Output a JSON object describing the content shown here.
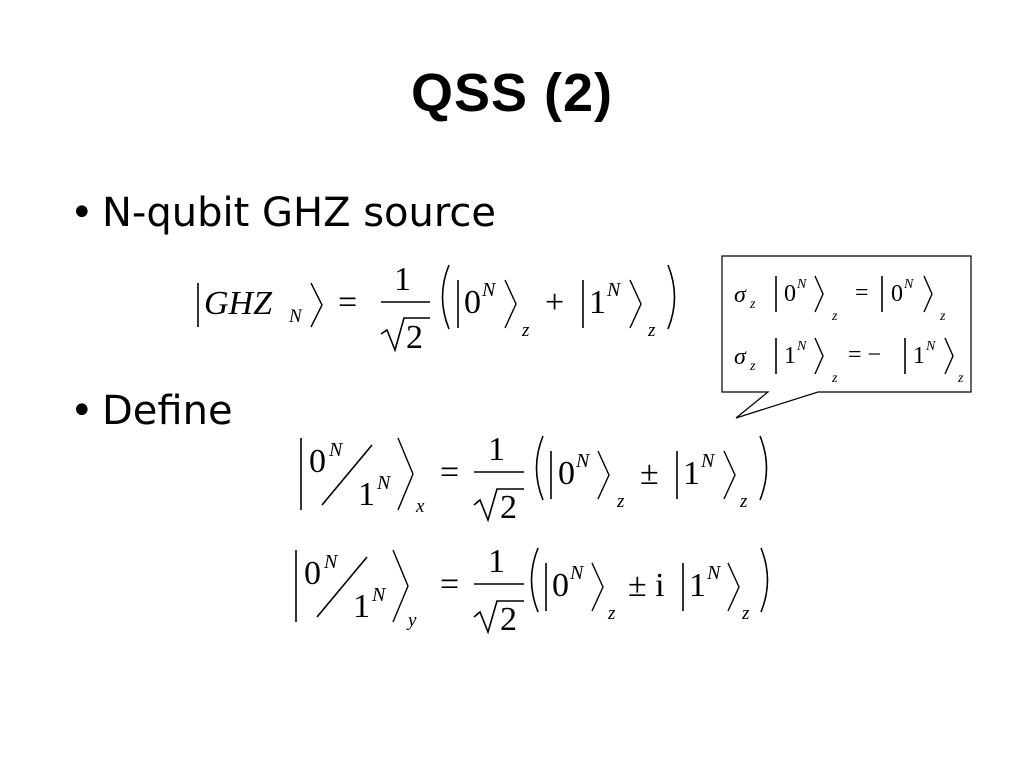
{
  "slide": {
    "title": "QSS (2)",
    "bullets": [
      {
        "text": "N-qubit GHZ source"
      },
      {
        "text": "Define"
      }
    ]
  },
  "math": {
    "ghz": {
      "ket_label": "GHZ",
      "ket_sub": "N",
      "equals": "=",
      "numerator": "1",
      "sqrt_arg": "2",
      "ket0": "0",
      "ket1": "1",
      "exp": "N",
      "basis_z": "z",
      "plus": "+"
    },
    "callout": {
      "sigma": "σ",
      "sigma_sub": "z",
      "line1_rhs_sign": "=",
      "line2_rhs_sign": "= −",
      "ket0": "0",
      "ket1": "1",
      "exp": "N",
      "basis": "z"
    },
    "def_x": {
      "top": "0",
      "top_exp": "N",
      "bottom": "1",
      "bottom_exp": "N",
      "basis": "x",
      "equals": "=",
      "numerator": "1",
      "sqrt_arg": "2",
      "op": "±",
      "basis_z": "z"
    },
    "def_y": {
      "top": "0",
      "top_exp": "N",
      "bottom": "1",
      "bottom_exp": "N",
      "basis": "y",
      "equals": "=",
      "numerator": "1",
      "sqrt_arg": "2",
      "op": "± i",
      "basis_z": "z"
    }
  }
}
